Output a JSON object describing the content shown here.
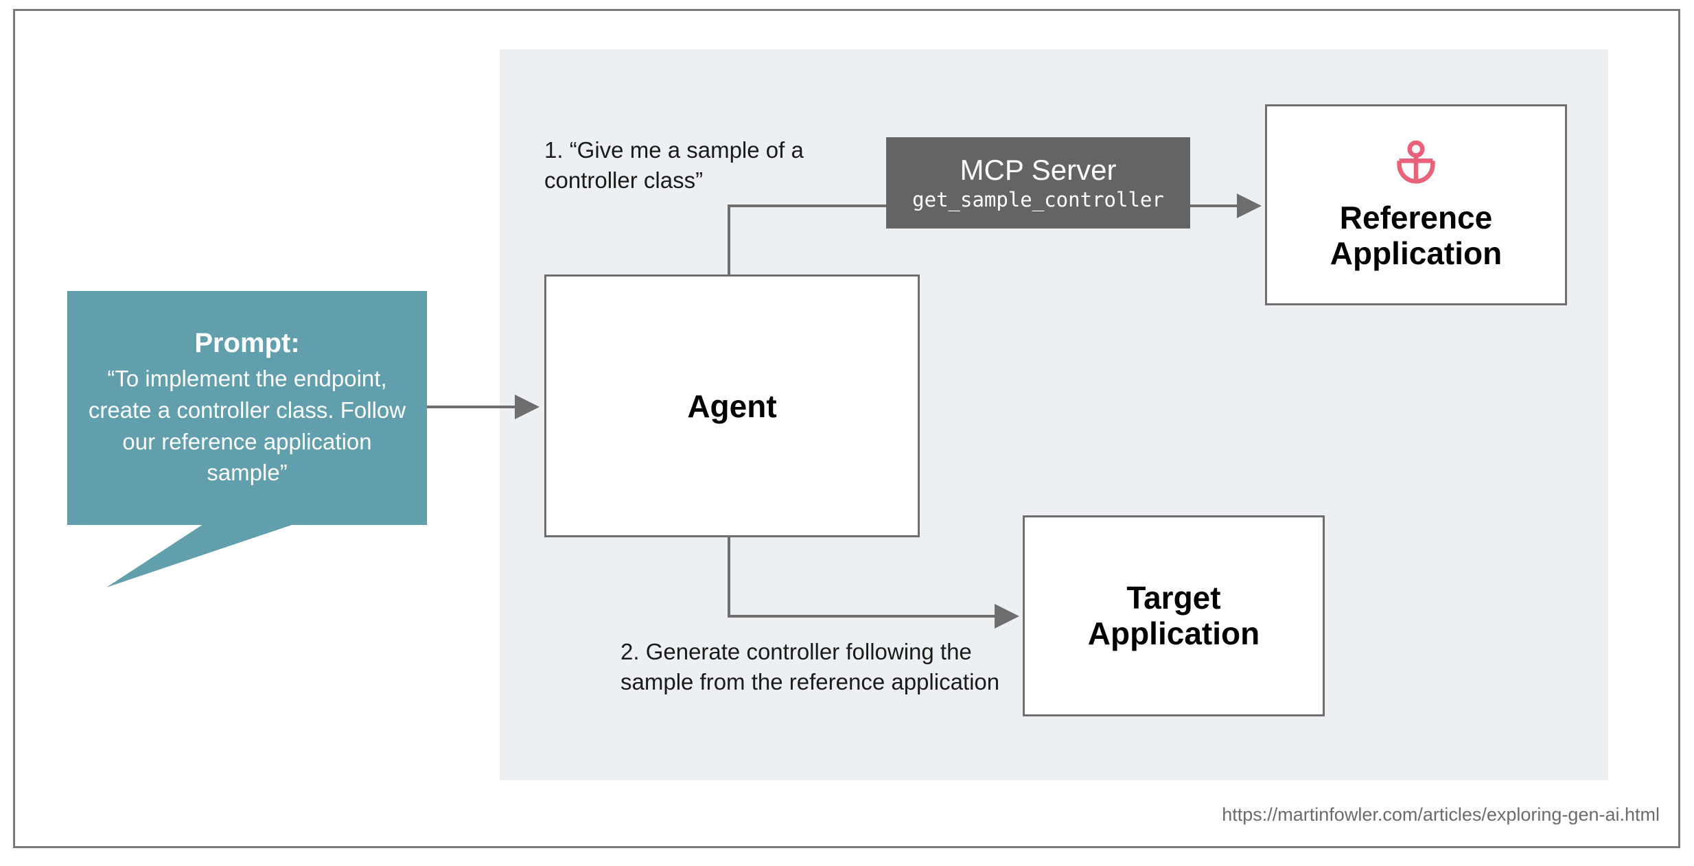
{
  "diagram": {
    "panel_background": "#ecf0f2",
    "frame_border_color": "#7a7a7a",
    "prompt": {
      "title": "Prompt:",
      "body": "“To implement the endpoint, create a controller class. Follow our reference application sample”",
      "fill_color": "#619fad",
      "text_color": "#ffffff"
    },
    "nodes": {
      "agent": {
        "label": "Agent",
        "fill_color": "#ffffff",
        "border_color": "#6e6e6e"
      },
      "mcp_server": {
        "title": "MCP Server",
        "tool": "get_sample_controller",
        "fill_color": "#646464",
        "text_color": "#ffffff"
      },
      "reference_application": {
        "label": "Reference\nApplication",
        "icon": "anchor-icon",
        "icon_color": "#e8637a",
        "fill_color": "#ffffff",
        "border_color": "#6e6e6e"
      },
      "target_application": {
        "label": "Target\nApplication",
        "fill_color": "#ffffff",
        "border_color": "#6e6e6e"
      }
    },
    "steps": [
      {
        "id": "step-1",
        "text": "1. “Give me a sample of a controller class”"
      },
      {
        "id": "step-2",
        "text": "2. Generate controller following the sample from the reference application"
      }
    ],
    "connector_color": "#6e6e6e",
    "source_url": "https://martinfowler.com/articles/exploring-gen-ai.html"
  }
}
